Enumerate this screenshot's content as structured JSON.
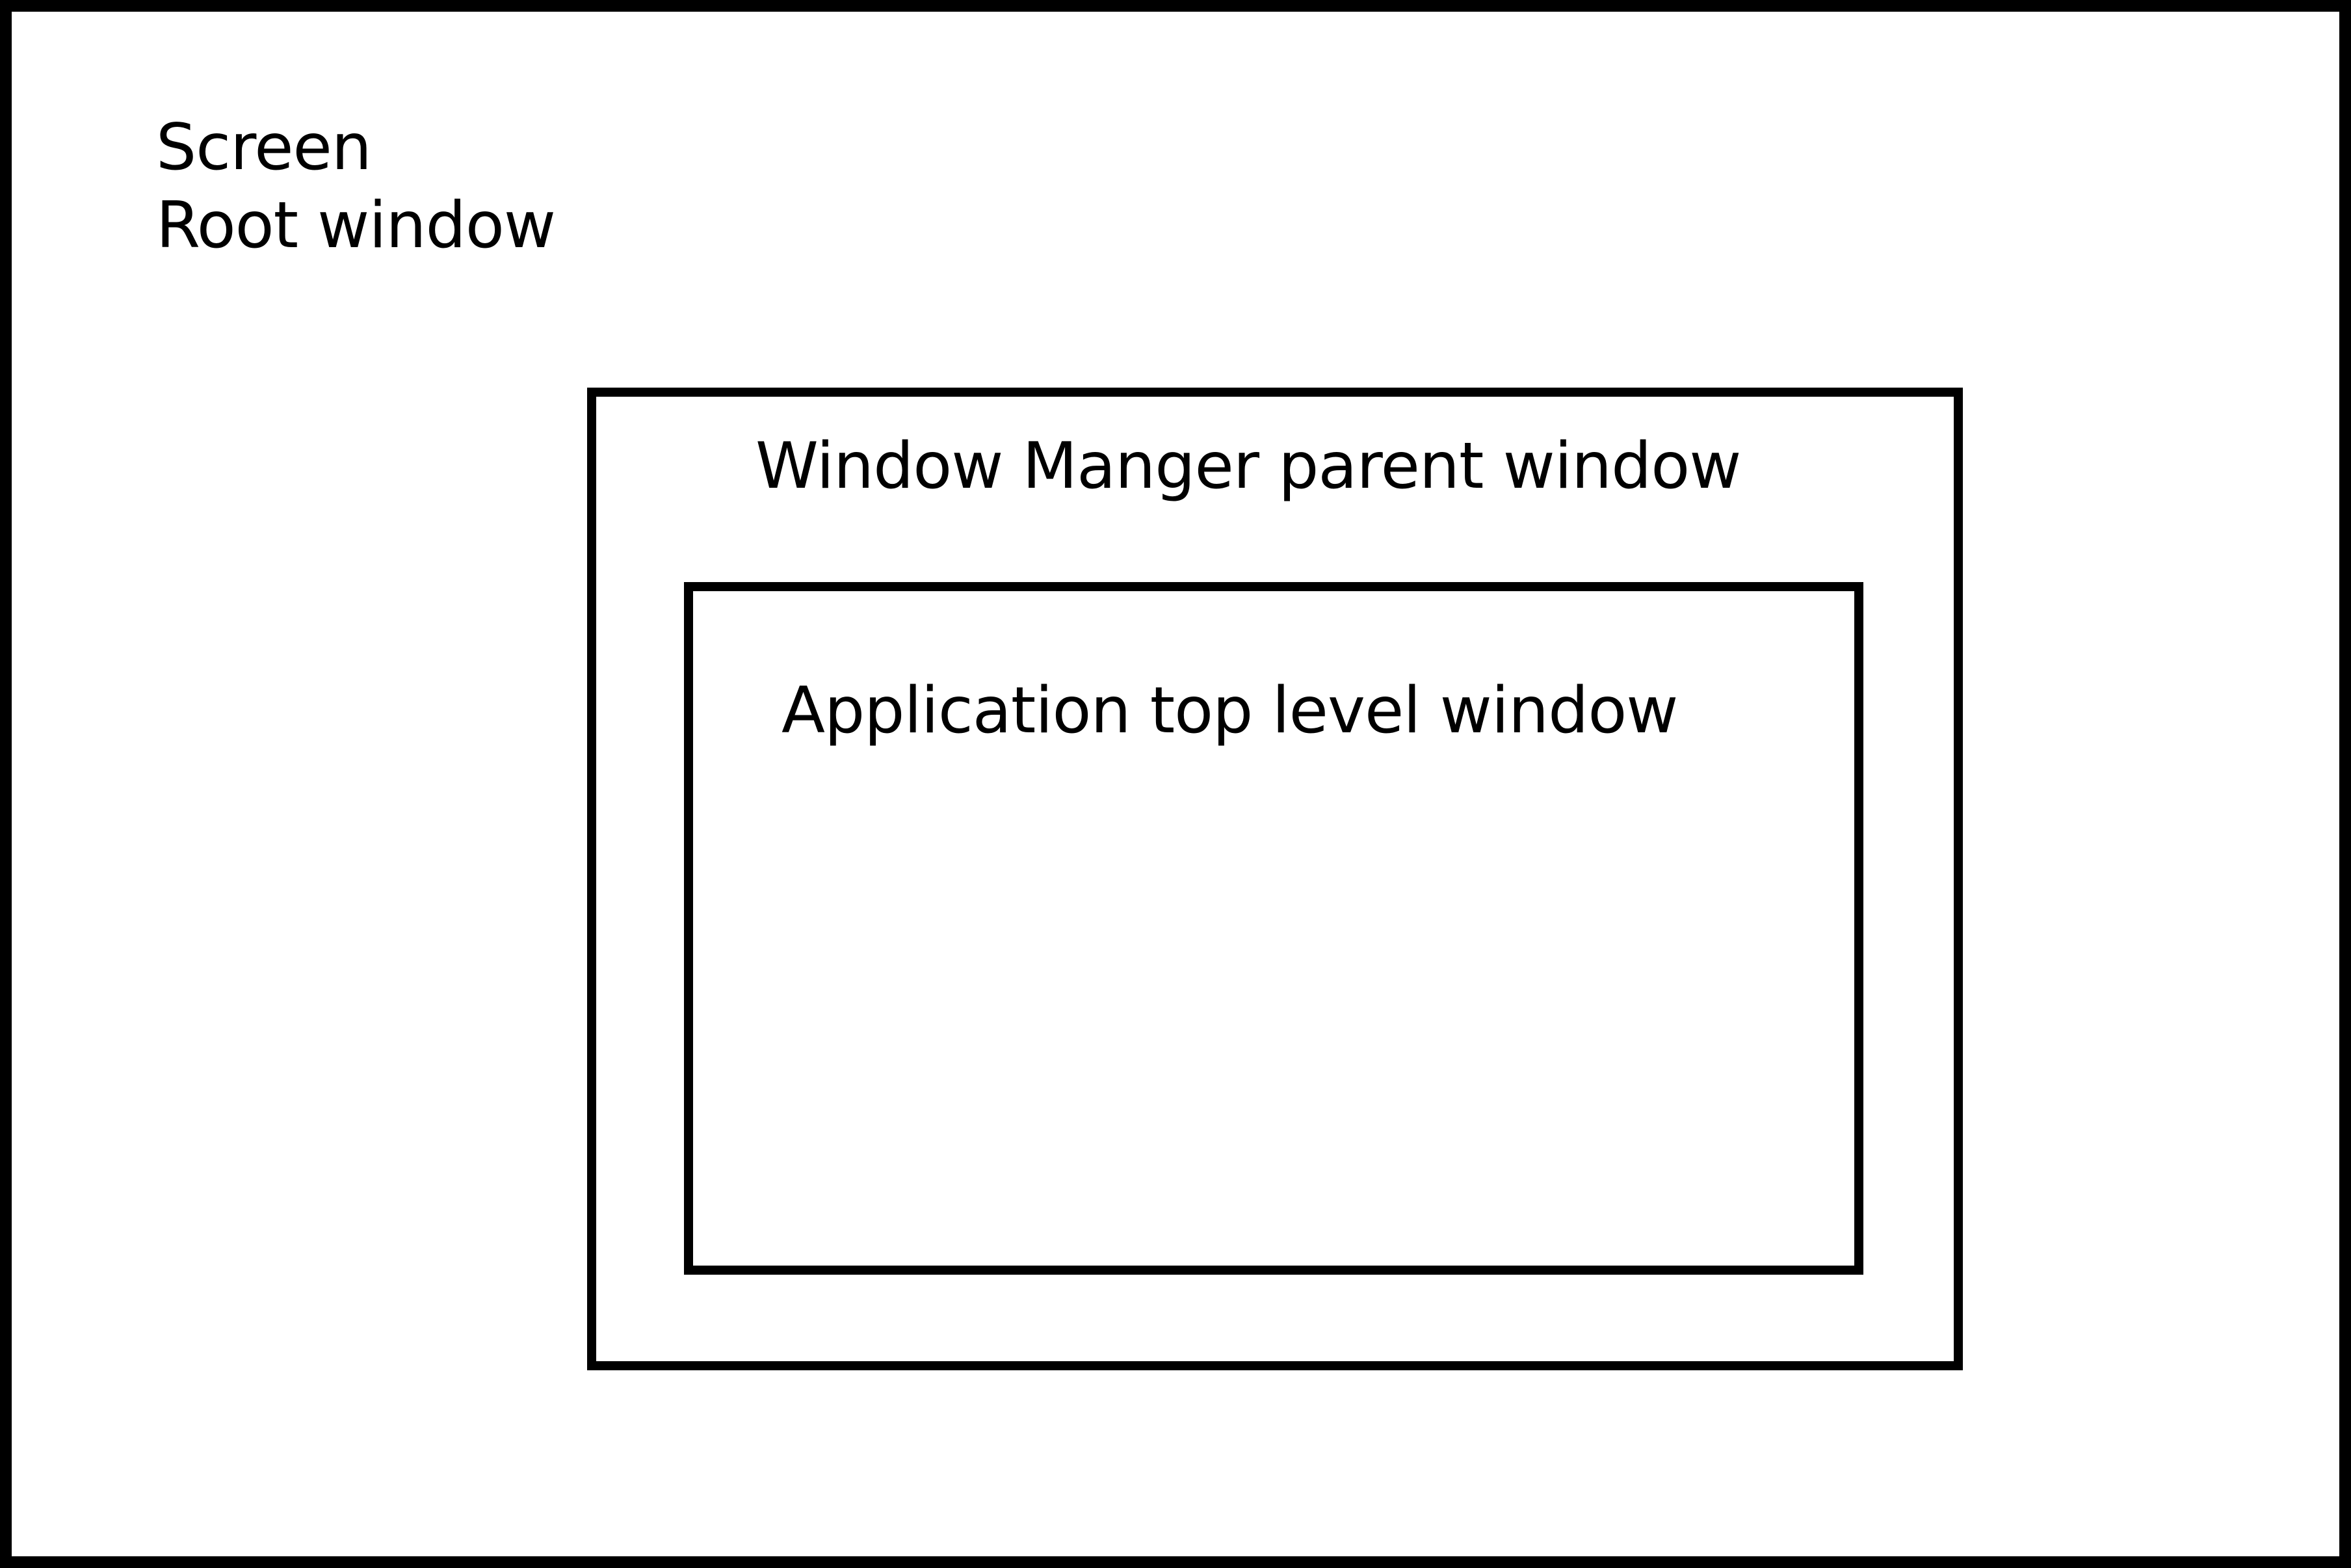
{
  "screen": {
    "label_line1": "Screen",
    "label_line2": "Root window"
  },
  "window_manager": {
    "label": "Window Manger parent window"
  },
  "application": {
    "label": "Application top level window"
  },
  "colors": {
    "stroke": "#000000",
    "background": "#ffffff"
  }
}
